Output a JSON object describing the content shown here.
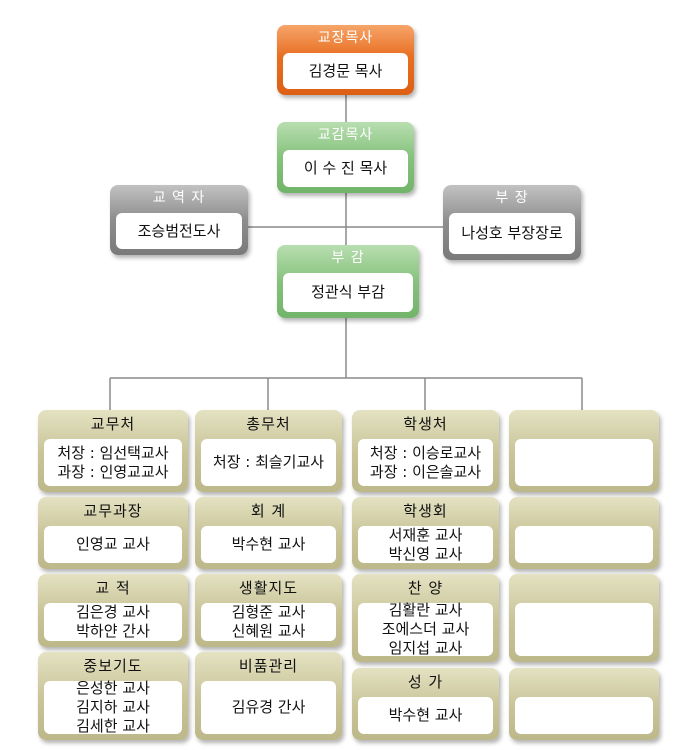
{
  "top": [
    {
      "id": "pastor",
      "header": "교장목사",
      "lines": [
        "김경문 목사"
      ]
    },
    {
      "id": "vice",
      "header": "교감목사",
      "lines": [
        "이 수 진 목사"
      ]
    },
    {
      "id": "gyoyeok",
      "header": "교 역 자",
      "lines": [
        "조승범전도사"
      ]
    },
    {
      "id": "bujang",
      "header": "부 장",
      "lines": [
        "나성호 부장장로"
      ]
    },
    {
      "id": "bugam",
      "header": "부 감",
      "lines": [
        "정관식 부감"
      ]
    }
  ],
  "columns": [
    [
      {
        "header": "교무처",
        "lines": [
          "처장 : 임선택교사",
          "과장 : 인영교교사"
        ]
      },
      {
        "header": "교무과장",
        "lines": [
          "인영교 교사"
        ]
      },
      {
        "header": "교 적",
        "lines": [
          "김은경 교사",
          "박하얀 간사"
        ]
      },
      {
        "header": "중보기도",
        "lines": [
          "은성한 교사",
          "김지하 교사",
          "김세한 교사"
        ]
      }
    ],
    [
      {
        "header": "총무처",
        "lines": [
          "처장 : 최슬기교사"
        ]
      },
      {
        "header": "회 계",
        "lines": [
          "박수현 교사"
        ]
      },
      {
        "header": "생활지도",
        "lines": [
          "김형준 교사",
          "신혜원 교사"
        ]
      },
      {
        "header": "비품관리",
        "lines": [
          "김유경 간사"
        ]
      }
    ],
    [
      {
        "header": "학생처",
        "lines": [
          "처장 : 이승로교사",
          "과장 : 이은솔교사"
        ]
      },
      {
        "header": "학생회",
        "lines": [
          "서재훈 교사",
          "박신영 교사"
        ]
      },
      {
        "header": "찬 양",
        "lines": [
          "김활란 교사",
          "조에스더 교사",
          "임지섭 교사"
        ]
      },
      {
        "header": "성 가",
        "lines": [
          "박수현 교사"
        ]
      }
    ],
    [
      {
        "header": "",
        "lines": []
      },
      {
        "header": "",
        "lines": []
      },
      {
        "header": "",
        "lines": []
      },
      {
        "header": "",
        "lines": []
      }
    ]
  ]
}
